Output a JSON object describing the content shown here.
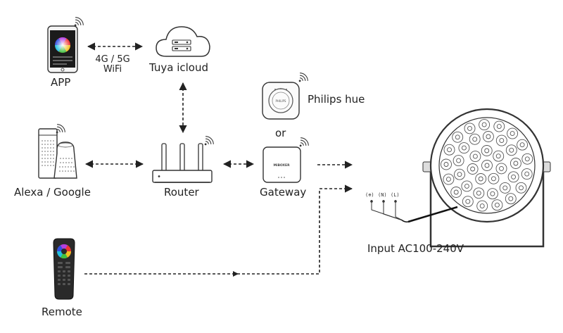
{
  "labels": {
    "app": "APP",
    "network_line1": "4G / 5G",
    "network_line2": "WiFi",
    "cloud": "Tuya icloud",
    "philips": "Philips hue",
    "or": "or",
    "alexa_google": "Alexa / Google",
    "router": "Router",
    "gateway": "Gateway",
    "remote": "Remote",
    "input": "Input AC100-240V",
    "gateway_brand": "MiBOXER",
    "philips_brand": "PHILIPS"
  },
  "terminals": [
    "(⊕)",
    "(N)",
    "(L)"
  ],
  "colors": {
    "line": "#222222",
    "device_outline": "#333333",
    "wire": "#111111"
  }
}
